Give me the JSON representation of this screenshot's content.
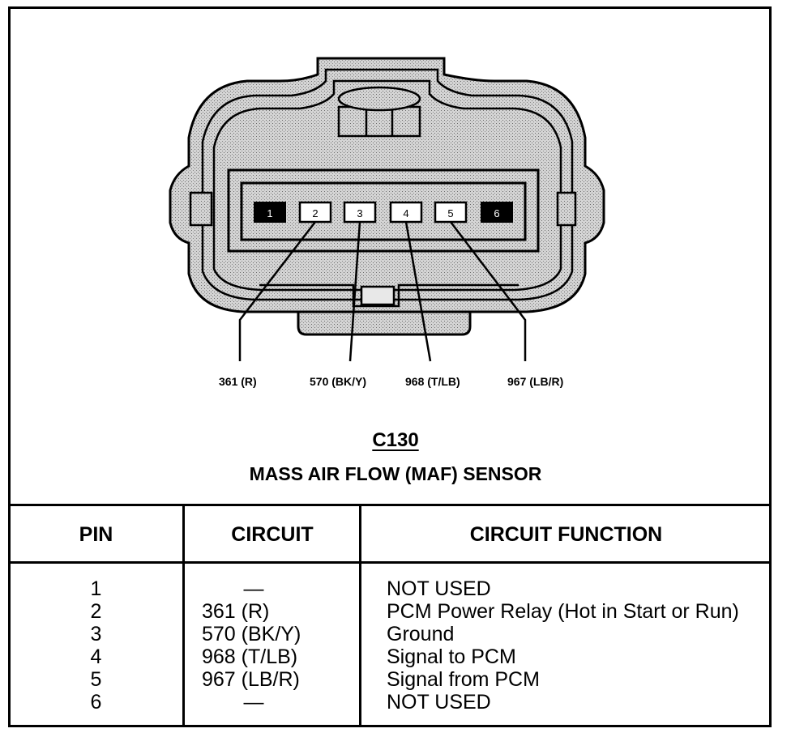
{
  "diagram": {
    "pins": [
      "1",
      "2",
      "3",
      "4",
      "5",
      "6"
    ],
    "wire_labels": [
      "361 (R)",
      "570 (BK/Y)",
      "968 (T/LB)",
      "967 (LB/R)"
    ],
    "connector_id": "C130",
    "connector_name": "MASS AIR FLOW (MAF) SENSOR",
    "colors": {
      "housing": "#c8c8c8",
      "unused_pin": "#000000",
      "line": "#000000"
    }
  },
  "table": {
    "headers": {
      "pin": "PIN",
      "circuit": "CIRCUIT",
      "function": "CIRCUIT FUNCTION"
    },
    "rows": [
      {
        "pin": "1",
        "circuit": "—",
        "function": "NOT USED"
      },
      {
        "pin": "2",
        "circuit": "361 (R)",
        "function": "PCM Power Relay (Hot in Start or Run)"
      },
      {
        "pin": "3",
        "circuit": "570 (BK/Y)",
        "function": "Ground"
      },
      {
        "pin": "4",
        "circuit": "968 (T/LB)",
        "function": "Signal to PCM"
      },
      {
        "pin": "5",
        "circuit": "967 (LB/R)",
        "function": "Signal from PCM"
      },
      {
        "pin": "6",
        "circuit": "—",
        "function": "NOT USED"
      }
    ]
  }
}
